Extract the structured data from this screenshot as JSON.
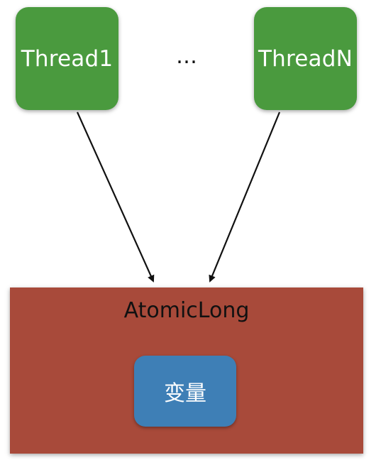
{
  "threads": {
    "first_label": "Thread1",
    "last_label": "ThreadN",
    "ellipsis": "…"
  },
  "container": {
    "title": "AtomicLong"
  },
  "variable": {
    "label": "变量"
  },
  "colors": {
    "thread": "#4a9a3e",
    "container": "#a84a3a",
    "variable": "#3e7fb6",
    "arrow": "#111111"
  }
}
